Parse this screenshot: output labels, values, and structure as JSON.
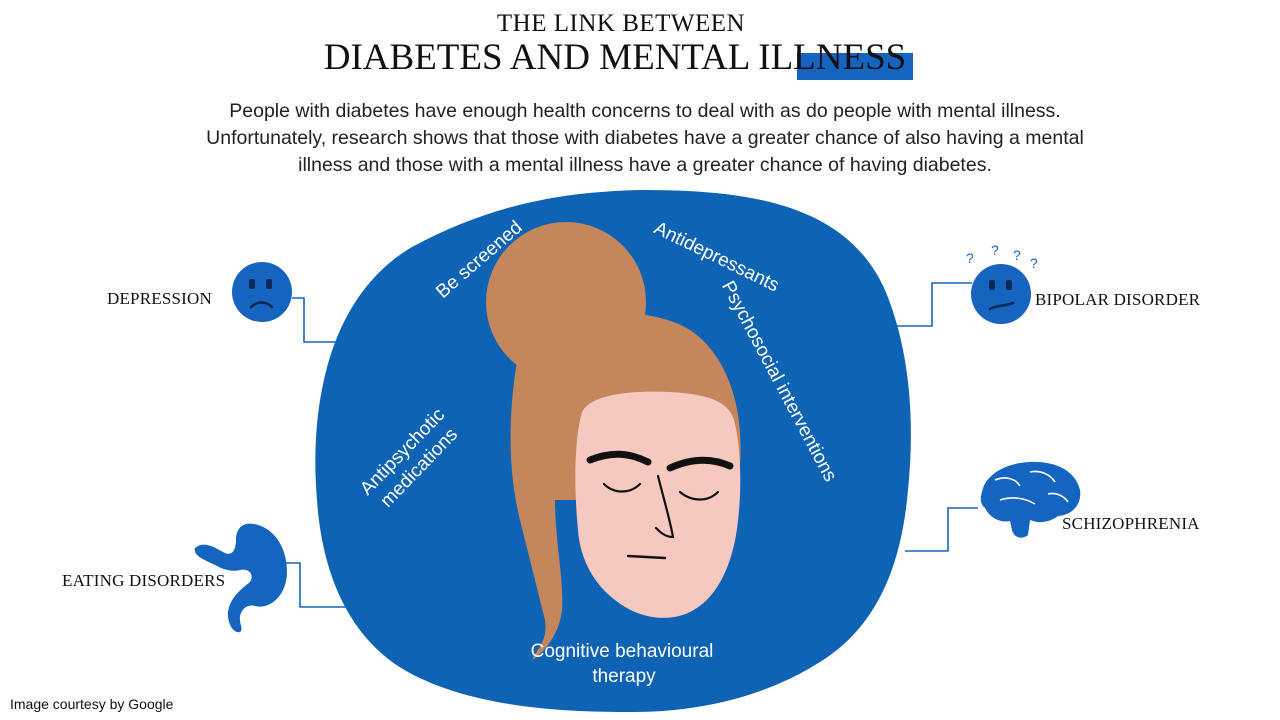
{
  "header": {
    "title_small": "THE LINK BETWEEN",
    "title_big": "DIABETES AND MENTAL ILLNESS",
    "intro_lines": [
      "People with diabetes have enough health concerns to deal with as do people with mental illness.",
      "Unfortunately, research shows that those with diabetes have a greater chance of also having a mental",
      "illness and those with a mental  illness have a greater chance of having diabetes."
    ]
  },
  "conditions": {
    "depression": "DEPRESSION",
    "bipolar": "BIPOLAR DISORDER",
    "schizophrenia": "SCHIZOPHRENIA",
    "eating": "EATING DISORDERS"
  },
  "treatments": {
    "be_screened": "Be screened",
    "antidepressants": "Antidepressants",
    "psychosocial": "Psychosocial interventions",
    "antipsychotic_line1": "Antipsychotic",
    "antipsychotic_line2": "medications",
    "cbt_line1": "Cognitive behavioural",
    "cbt_line2": "therapy"
  },
  "icons": {
    "sad_face": "sad-face-icon",
    "confused_face": "confused-face-icon",
    "question_mark": "?",
    "brain": "brain-icon",
    "stomach": "stomach-icon"
  },
  "colors": {
    "blob_blue": "#0e63b5",
    "icon_blue": "#1565c0",
    "hair": "#c4865b",
    "skin": "#f5c9c0",
    "accent": "#1565c0"
  },
  "footer": {
    "credit": "Image courtesy by Google"
  }
}
